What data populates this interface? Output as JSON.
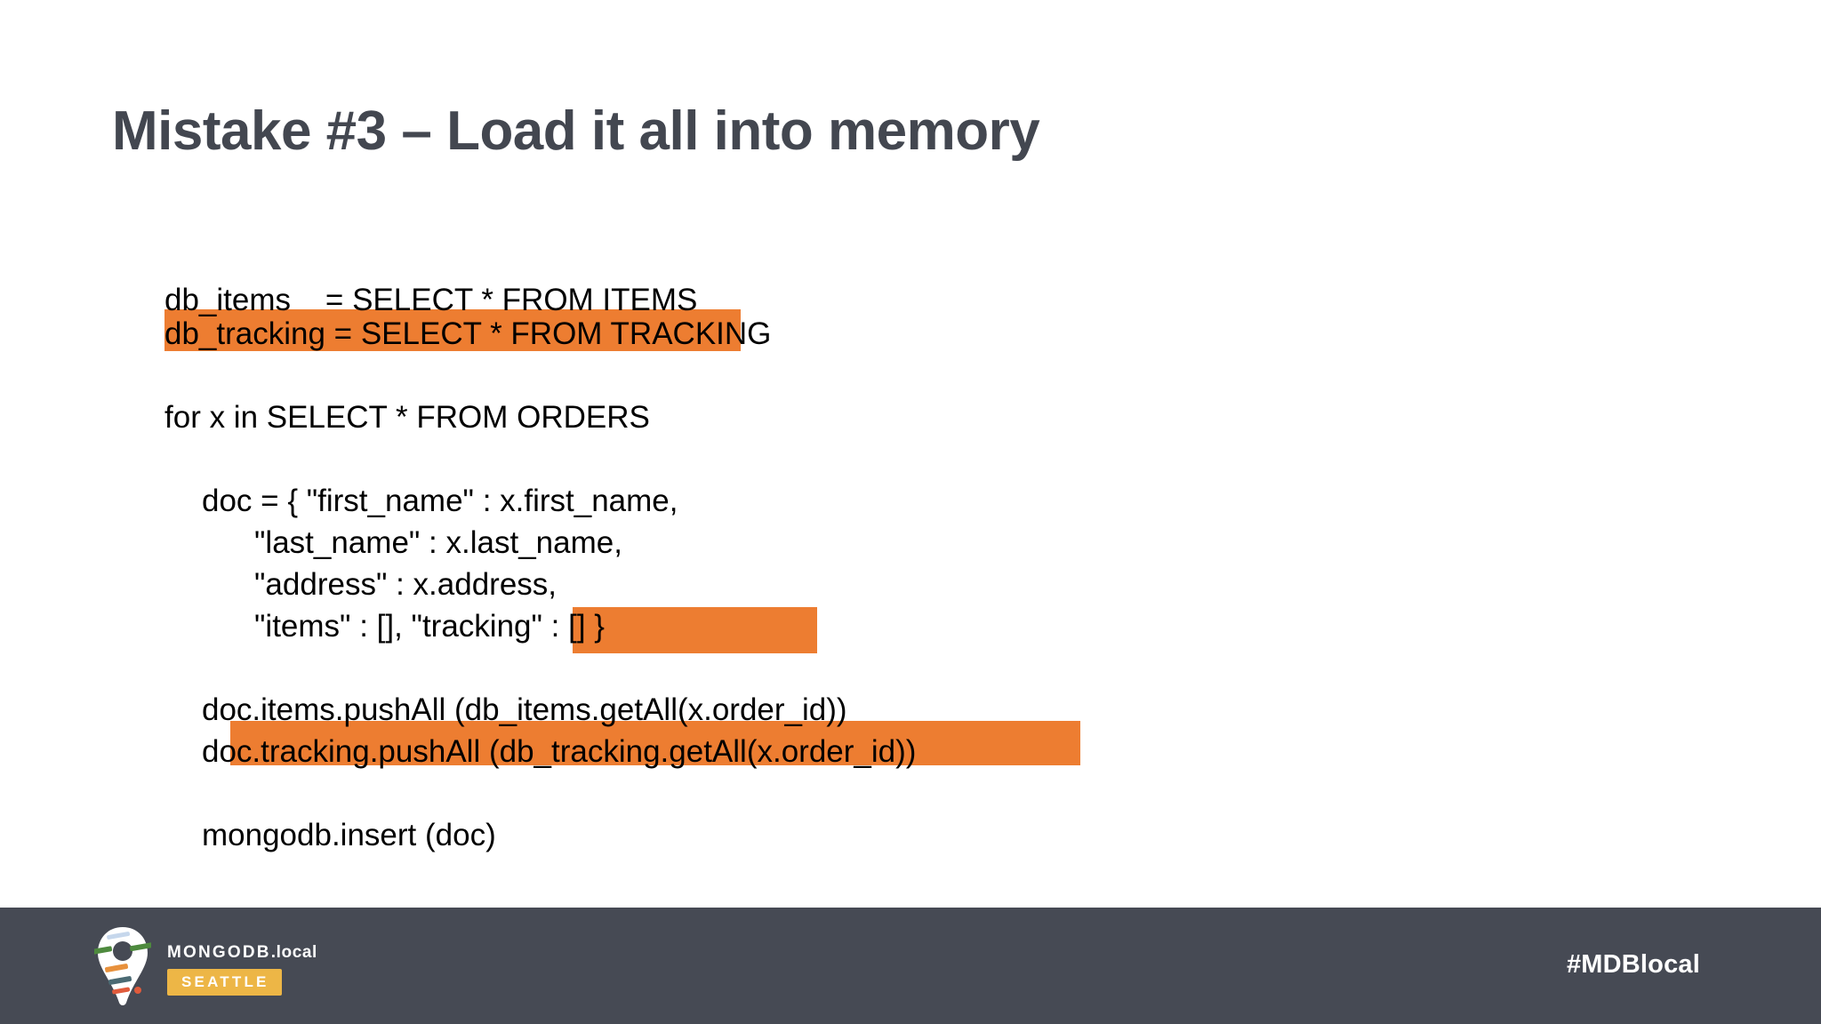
{
  "slide": {
    "title": "Mistake #3 – Load it all into memory",
    "background_color": "#FFFFFF",
    "title_color": "#434750",
    "highlight_color": "#ED7D31"
  },
  "code": {
    "lines": [
      {
        "text": "db_items    = SELECT * FROM ITEMS",
        "indent": 0
      },
      {
        "text": "db_tracking = SELECT * FROM TRACKING",
        "indent": 0,
        "highlighted": true
      },
      {
        "text": "for x in SELECT * FROM ORDERS",
        "indent": 0
      },
      {
        "text": "doc = { \"first_name\" : x.first_name,",
        "indent": 1
      },
      {
        "text": "\"last_name\" : x.last_name,",
        "indent": 2
      },
      {
        "text": "\"address\" : x.address,",
        "indent": 2
      },
      {
        "text": "\"items\" : [], \"tracking\" : [] }",
        "indent": 2
      },
      {
        "text": "doc.items.pushAll (db_items.getAll(x.order_id))",
        "indent": 1
      },
      {
        "text": "doc.tracking.pushAll (db_tracking.getAll(x.order_id))",
        "indent": 1,
        "highlighted": true
      },
      {
        "text": "mongodb.insert (doc)",
        "indent": 1
      }
    ]
  },
  "footer": {
    "background_color": "#464A54",
    "logo_wordmark_upper": "MONGODB",
    "logo_wordmark_lower": ".local",
    "logo_city": "SEATTLE",
    "logo_city_color": "#EDB646",
    "hashtag": "#MDBlocal"
  }
}
